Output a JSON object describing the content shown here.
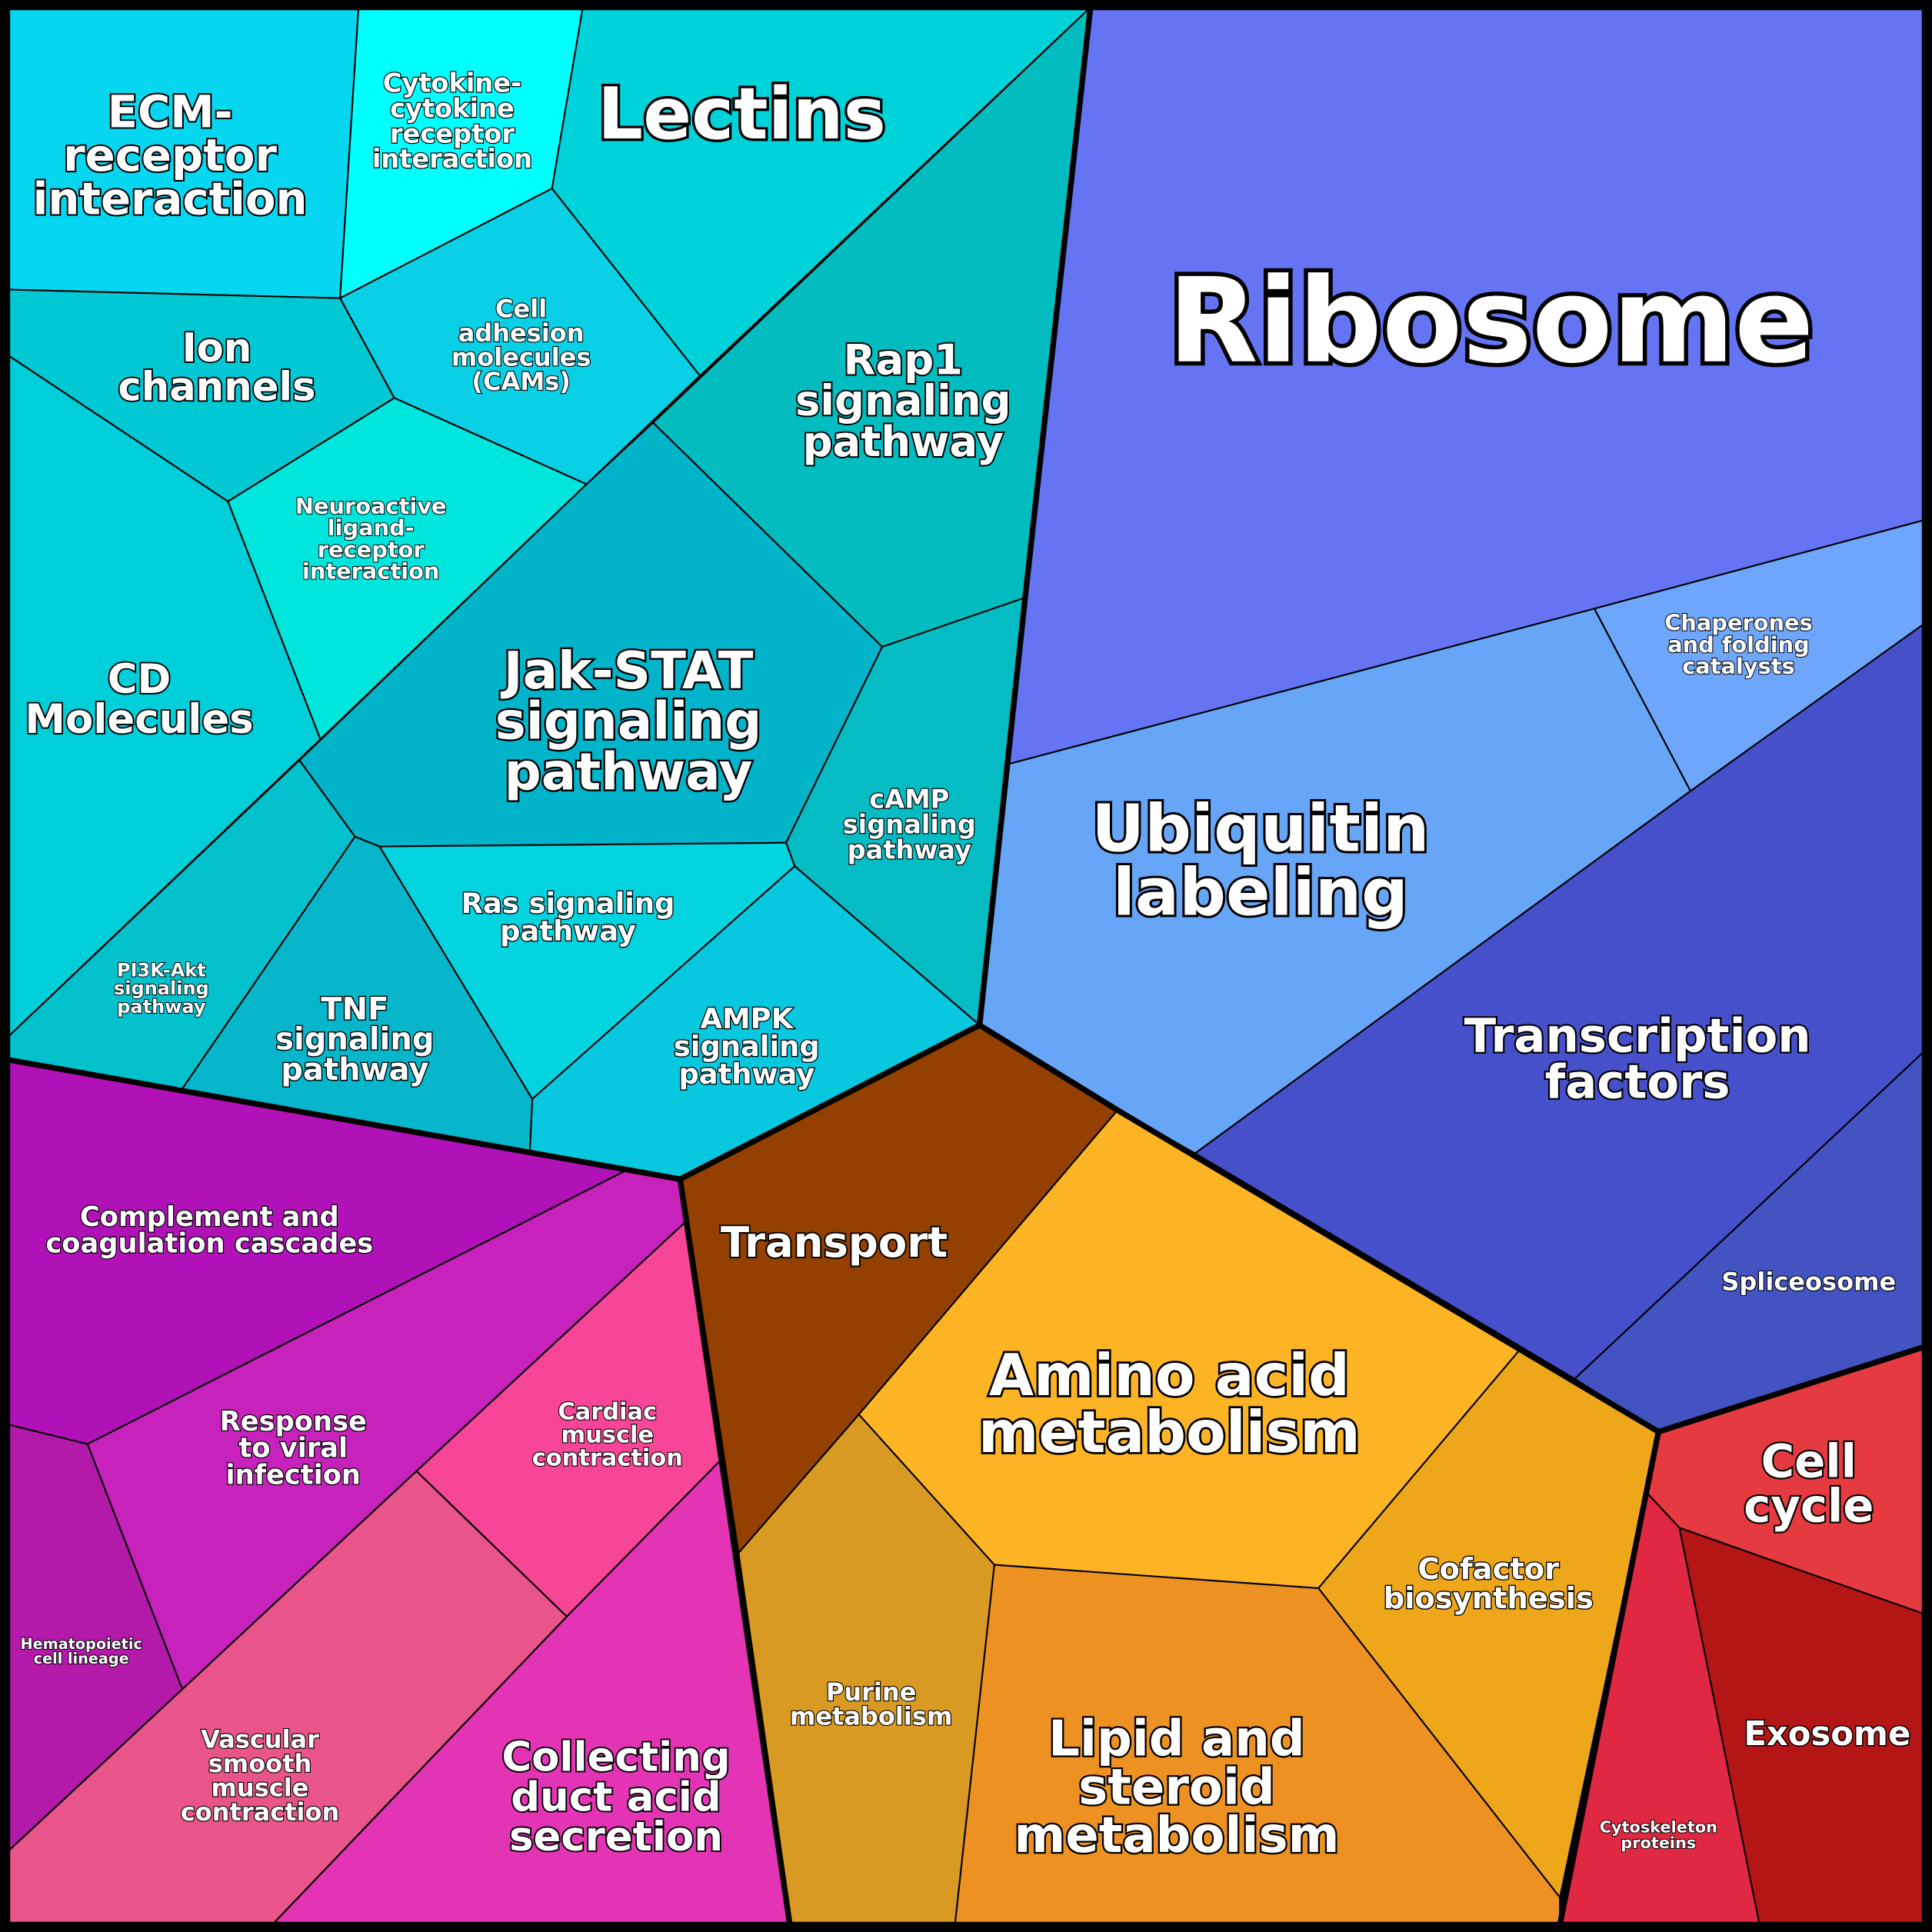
{
  "cells": [
    {
      "id": "ecm",
      "lines": [
        "ECM-",
        "receptor",
        "interaction"
      ],
      "color": "#06d6f0"
    },
    {
      "id": "cytokine",
      "lines": [
        "Cytokine-",
        "cytokine",
        "receptor",
        "interaction"
      ],
      "color": "#00ffff"
    },
    {
      "id": "lectins",
      "lines": [
        "Lectins"
      ],
      "color": "#00d2da"
    },
    {
      "id": "cams",
      "lines": [
        "Cell",
        "adhesion",
        "molecules",
        "(CAMs)"
      ],
      "color": "#0ad0e6"
    },
    {
      "id": "ion",
      "lines": [
        "Ion",
        "channels"
      ],
      "color": "#02c8d4"
    },
    {
      "id": "neuro",
      "lines": [
        "Neuroactive",
        "ligand-",
        "receptor",
        "interaction"
      ],
      "color": "#00e5dc"
    },
    {
      "id": "cd",
      "lines": [
        "CD",
        "Molecules"
      ],
      "color": "#00ced8"
    },
    {
      "id": "rap1",
      "lines": [
        "Rap1",
        "signaling",
        "pathway"
      ],
      "color": "#03bcc0"
    },
    {
      "id": "jak",
      "lines": [
        "Jak-STAT",
        "signaling",
        "pathway"
      ],
      "color": "#02b4ca"
    },
    {
      "id": "camp",
      "lines": [
        "cAMP",
        "signaling",
        "pathway"
      ],
      "color": "#05bcc4"
    },
    {
      "id": "ras",
      "lines": [
        "Ras signaling",
        "pathway"
      ],
      "color": "#04d4e0"
    },
    {
      "id": "ampk",
      "lines": [
        "AMPK",
        "signaling",
        "pathway"
      ],
      "color": "#08c8e0"
    },
    {
      "id": "tnf",
      "lines": [
        "TNF",
        "signaling",
        "pathway"
      ],
      "color": "#08b6cc"
    },
    {
      "id": "pi3k",
      "lines": [
        "PI3K-Akt",
        "signaling",
        "pathway"
      ],
      "color": "#02c0cc"
    },
    {
      "id": "ribosome",
      "lines": [
        "Ribosome"
      ],
      "color": "#6474f2"
    },
    {
      "id": "ubiquitin",
      "lines": [
        "Ubiquitin",
        "labeling"
      ],
      "color": "#67a5f7"
    },
    {
      "id": "chaperones",
      "lines": [
        "Chaperones",
        "and folding",
        "catalysts"
      ],
      "color": "#6ea6fb"
    },
    {
      "id": "tf",
      "lines": [
        "Transcription",
        "factors"
      ],
      "color": "#4550ca"
    },
    {
      "id": "spliceosome",
      "lines": [
        "Spliceosome"
      ],
      "color": "#4453c2"
    },
    {
      "id": "cellcycle",
      "lines": [
        "Cell",
        "cycle"
      ],
      "color": "#e53a3f"
    },
    {
      "id": "exosome",
      "lines": [
        "Exosome"
      ],
      "color": "#b41616"
    },
    {
      "id": "cytoskeleton",
      "lines": [
        "Cytoskeleton",
        "proteins"
      ],
      "color": "#e02842"
    },
    {
      "id": "transport",
      "lines": [
        "Transport"
      ],
      "color": "#934000"
    },
    {
      "id": "amino",
      "lines": [
        "Amino acid",
        "metabolism"
      ],
      "color": "#fcb424"
    },
    {
      "id": "cofactor",
      "lines": [
        "Cofactor",
        "biosynthesis"
      ],
      "color": "#eea61a"
    },
    {
      "id": "lipid",
      "lines": [
        "Lipid and",
        "steroid",
        "metabolism"
      ],
      "color": "#ed9222"
    },
    {
      "id": "purine",
      "lines": [
        "Purine",
        "metabolism"
      ],
      "color": "#d99a24"
    },
    {
      "id": "complement",
      "lines": [
        "Complement and",
        "coagulation cascades"
      ],
      "color": "#b112b8"
    },
    {
      "id": "viral",
      "lines": [
        "Response",
        "to viral",
        "infection"
      ],
      "color": "#c822bc"
    },
    {
      "id": "cardiac",
      "lines": [
        "Cardiac",
        "muscle",
        "contraction"
      ],
      "color": "#f74697"
    },
    {
      "id": "hemato",
      "lines": [
        "Hematopoietic",
        "cell lineage"
      ],
      "color": "#b41aaa"
    },
    {
      "id": "vascular",
      "lines": [
        "Vascular",
        "smooth",
        "muscle",
        "contraction"
      ],
      "color": "#e9548a"
    },
    {
      "id": "collecting",
      "lines": [
        "Collecting",
        "duct acid",
        "secretion"
      ],
      "color": "#e234b4"
    }
  ]
}
